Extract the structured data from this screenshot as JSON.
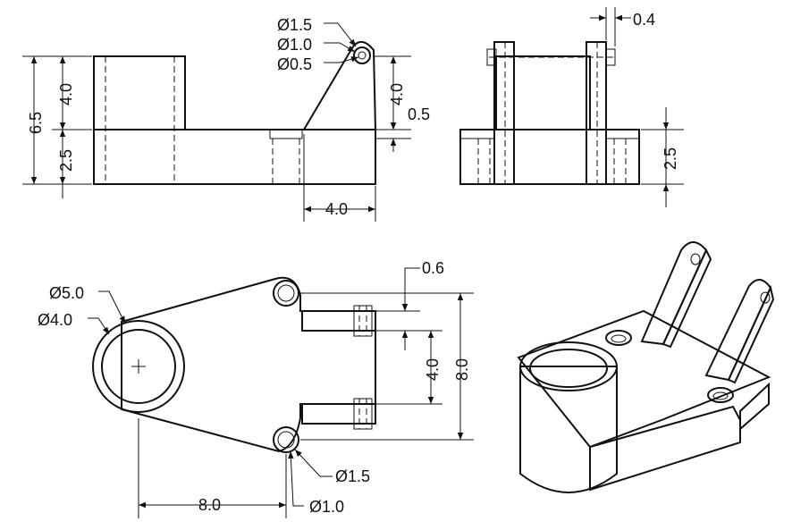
{
  "front_view": {
    "dims": {
      "overall_height": "6.5",
      "upper_height": "4.0",
      "base_height": "2.5",
      "lug_height": "4.0",
      "offset": "0.5",
      "lug_width": "4.0"
    },
    "callouts": {
      "outer_diameter": "Ø1.5",
      "hole_diameter": "Ø1.0",
      "inner_diameter": "Ø0.5"
    }
  },
  "side_view": {
    "dims": {
      "lug_thickness": "0.4",
      "base_height": "2.5"
    }
  },
  "top_view": {
    "dims": {
      "gap": "0.6",
      "inner_span": "4.0",
      "outer_span": "8.0",
      "center_distance": "8.0"
    },
    "callouts": {
      "boss_outer": "Ø5.0",
      "boss_inner": "Ø4.0",
      "hole_outer": "Ø1.5",
      "hole_inner": "Ø1.0"
    }
  },
  "colors": {
    "line": "#111111",
    "face_light": "#f2f2f2",
    "face_mid": "#d6d6d6",
    "face_dark": "#9a9a9a",
    "background": "#ffffff"
  }
}
